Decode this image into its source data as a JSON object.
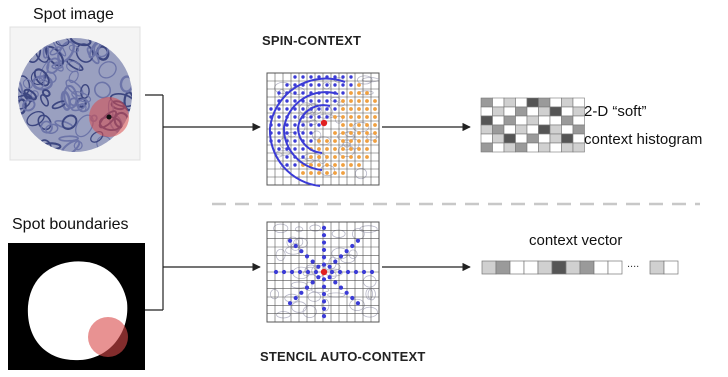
{
  "inputs": {
    "spot_image_label": "Spot image",
    "spot_boundaries_label": "Spot boundaries"
  },
  "methods": {
    "spin_context_label": "SPIN-CONTEXT",
    "stencil_label": "STENCIL AUTO-CONTEXT"
  },
  "outputs": {
    "histogram_label_line1": "2-D “soft”",
    "histogram_label_line2": "context histogram",
    "vector_label": "context vector",
    "vector_ellipsis": "....",
    "histogram_cells": [
      [
        2,
        0,
        1,
        0,
        3,
        2,
        0,
        1,
        0
      ],
      [
        0,
        1,
        0,
        2,
        0,
        1,
        3,
        0,
        1
      ],
      [
        3,
        0,
        2,
        0,
        1,
        0,
        0,
        2,
        0
      ],
      [
        1,
        2,
        0,
        1,
        0,
        3,
        1,
        0,
        2
      ],
      [
        0,
        1,
        3,
        0,
        2,
        0,
        1,
        3,
        0
      ],
      [
        2,
        0,
        1,
        2,
        0,
        1,
        0,
        1,
        1
      ]
    ],
    "vector_cells": [
      1,
      2,
      0,
      0,
      1,
      3,
      1,
      2,
      0,
      0
    ],
    "vector_tail_cells": [
      1,
      0
    ]
  },
  "colors": {
    "accent_red": "#d62a2a",
    "dot_blue": "#3b3bd6",
    "dot_orange": "#f0a040",
    "grid": "#555555",
    "dashed_separator": "#c8c8c8",
    "gray_levels": [
      "#ffffff",
      "#d0d0d0",
      "#9a9a9a",
      "#555555"
    ]
  }
}
